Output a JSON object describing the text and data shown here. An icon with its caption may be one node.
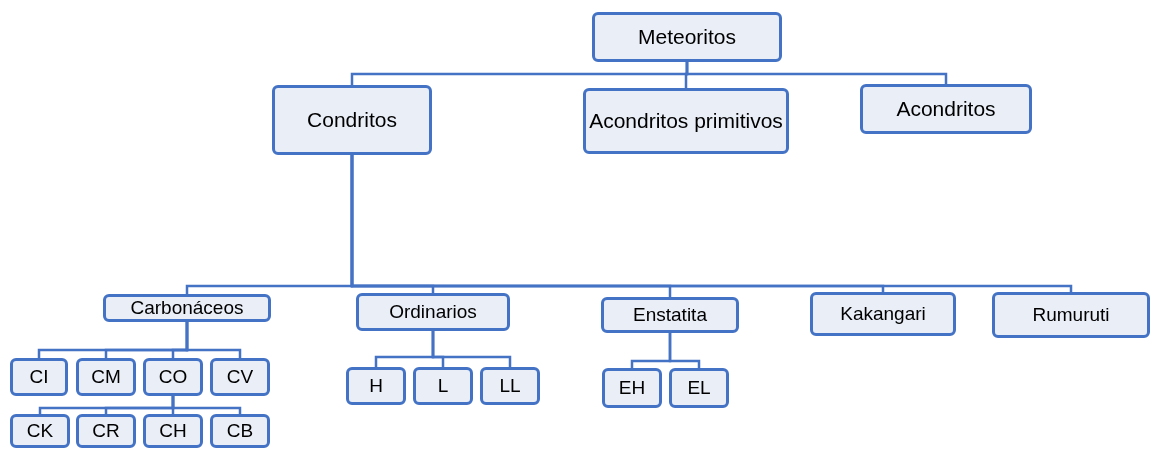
{
  "diagram": {
    "nodes": [
      {
        "text": [
          "Meteoritos"
        ]
      },
      {
        "text": [
          "Condritos"
        ]
      },
      {
        "text": [
          "Acondritos primitivos"
        ]
      },
      {
        "text": [
          "Acondritos"
        ]
      },
      {
        "text": [
          "Carbonáceos"
        ]
      },
      {
        "text": [
          "Ordinarios"
        ]
      },
      {
        "text": [
          "Enstatita"
        ]
      },
      {
        "text": [
          "Kakangari"
        ]
      },
      {
        "text": [
          "Rumuruti"
        ]
      },
      {
        "text": [
          "CI"
        ]
      },
      {
        "text": [
          "CM"
        ]
      },
      {
        "text": [
          "CO"
        ]
      },
      {
        "text": [
          "CV"
        ]
      },
      {
        "text": [
          "H"
        ]
      },
      {
        "text": [
          "L"
        ]
      },
      {
        "text": [
          "LL"
        ]
      },
      {
        "text": [
          "EH"
        ]
      },
      {
        "text": [
          "EL"
        ]
      },
      {
        "text": [
          "CK"
        ]
      },
      {
        "text": [
          "CR"
        ]
      },
      {
        "text": [
          "CH"
        ]
      },
      {
        "text": [
          "CB"
        ]
      }
    ],
    "edges": [
      {
        "from": 0,
        "to": 1,
        "arrow": "none"
      },
      {
        "from": 0,
        "to": 2,
        "arrow": "none"
      },
      {
        "from": 0,
        "to": 3,
        "arrow": "none"
      },
      {
        "from": 1,
        "to": 4,
        "arrow": "none"
      },
      {
        "from": 1,
        "to": 5,
        "arrow": "none"
      },
      {
        "from": 1,
        "to": 6,
        "arrow": "none"
      },
      {
        "from": 1,
        "to": 7,
        "arrow": "none"
      },
      {
        "from": 1,
        "to": 8,
        "arrow": "none"
      },
      {
        "from": 4,
        "to": 9,
        "arrow": "none"
      },
      {
        "from": 4,
        "to": 10,
        "arrow": "none"
      },
      {
        "from": 4,
        "to": 11,
        "arrow": "none"
      },
      {
        "from": 4,
        "to": 12,
        "arrow": "none"
      },
      {
        "from": 5,
        "to": 13,
        "arrow": "none"
      },
      {
        "from": 5,
        "to": 14,
        "arrow": "none"
      },
      {
        "from": 5,
        "to": 15,
        "arrow": "none"
      },
      {
        "from": 6,
        "to": 16,
        "arrow": "none"
      },
      {
        "from": 6,
        "to": 17,
        "arrow": "none"
      },
      {
        "from": 11,
        "to": 18,
        "arrow": "none"
      },
      {
        "from": 11,
        "to": 19,
        "arrow": "none"
      },
      {
        "from": 11,
        "to": 20,
        "arrow": "none"
      },
      {
        "from": 11,
        "to": 21,
        "arrow": "none"
      }
    ]
  }
}
